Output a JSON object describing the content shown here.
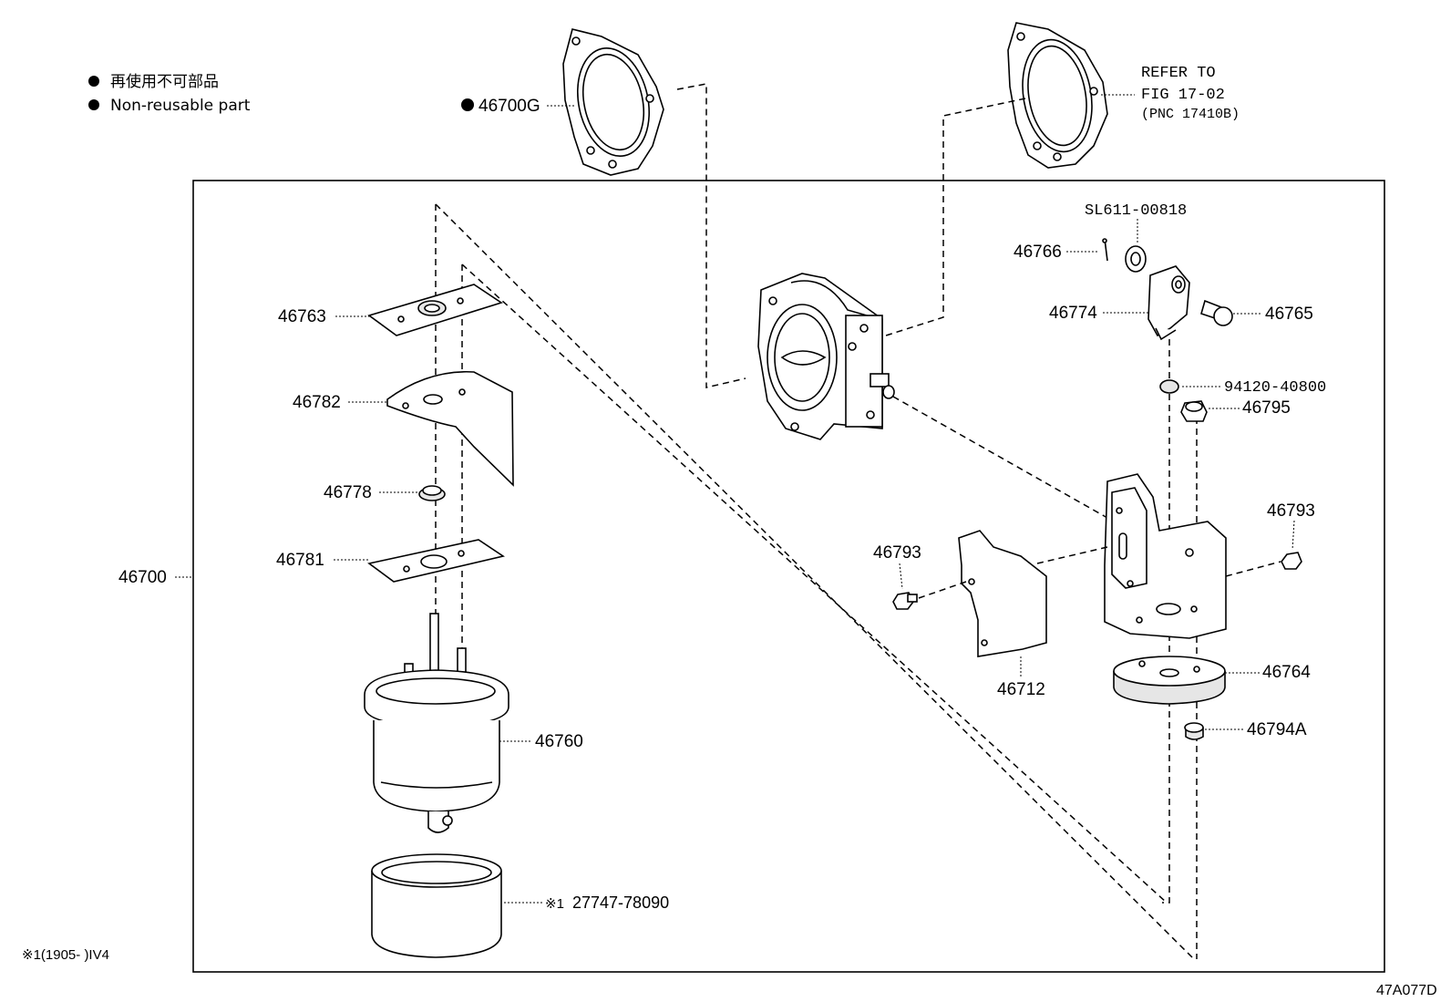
{
  "legend": {
    "jp": "再使用不可部品",
    "en": "Non-reusable part"
  },
  "refer": {
    "line1": "REFER TO",
    "line2": "FIG 17-02",
    "line3": "(PNC 17410B)"
  },
  "parts": {
    "gasket_nr": "46700G",
    "assembly": "46700",
    "p46763": "46763",
    "p46782": "46782",
    "p46778": "46778",
    "p46781": "46781",
    "p46760": "46760",
    "p27747": "27747-78090",
    "p27747_prefix": "※1",
    "sl611": "SL611-00818",
    "p46766": "46766",
    "p46774": "46774",
    "p46765": "46765",
    "p94120": "94120-40800",
    "p46795": "46795",
    "p46793_left": "46793",
    "p46793_right": "46793",
    "p46712": "46712",
    "p46764": "46764",
    "p46794a": "46794A"
  },
  "footnote": "※1(1905-      )IV4",
  "diagram_code": "47A077D"
}
